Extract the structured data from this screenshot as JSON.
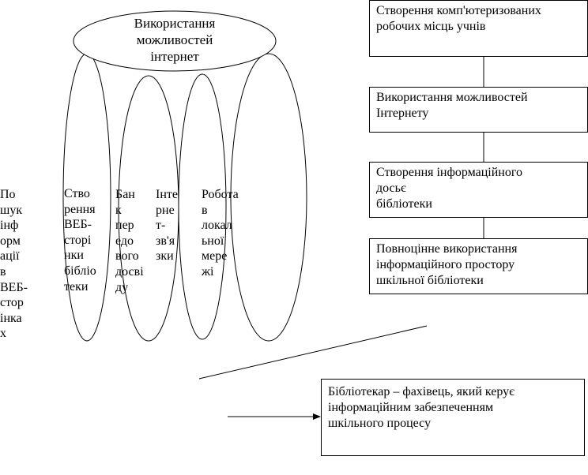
{
  "top_ellipse": {
    "label": "Використання\nможливостей\nінтернет"
  },
  "column_labels": [
    "По\nшук\nінф\nорм\nації\nв\nВЕБ-\nстор\nінка\nх",
    "Ство\nрення\nВЕБ-\nсторі\nнки\nбібліо\nтеки",
    "Бан\nк\nпер\nедо\nвого\nдосві\nду",
    "Інте\nрне\nт-\nзв'я\nзки",
    "Робота\nв\nлокал\nьної\nмере\nжі"
  ],
  "boxes": [
    {
      "text": "Створення комп'ютеризованих\nробочих місць учнів"
    },
    {
      "text": "Використання можливостей\nІнтернету"
    },
    {
      "text": "Створення інформаційного\nдосьє\nбібліотеки"
    },
    {
      "text": "Повноцінне використання\nінформаційного простору\nшкільної бібліотеки"
    }
  ],
  "bottom_box": {
    "text": "Бібліотекар – фахівець, який керує\nінформаційним забезпеченням\nшкільного процесу"
  }
}
